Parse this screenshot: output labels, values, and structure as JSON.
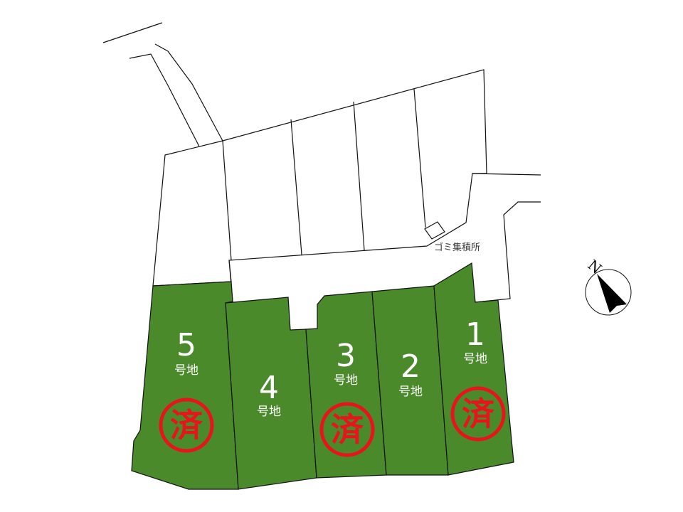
{
  "lots": [
    {
      "number": "5",
      "suffix": "号地",
      "sold": true,
      "stamp": "済"
    },
    {
      "number": "4",
      "suffix": "号地",
      "sold": false
    },
    {
      "number": "3",
      "suffix": "号地",
      "sold": true,
      "stamp": "済"
    },
    {
      "number": "2",
      "suffix": "号地",
      "sold": false
    },
    {
      "number": "1",
      "suffix": "号地",
      "sold": true,
      "stamp": "済"
    }
  ],
  "garbage_label": "ゴミ集積所",
  "compass_label": "N",
  "colors": {
    "lot": "#4a8a2b",
    "stamp": "#e8141b"
  }
}
